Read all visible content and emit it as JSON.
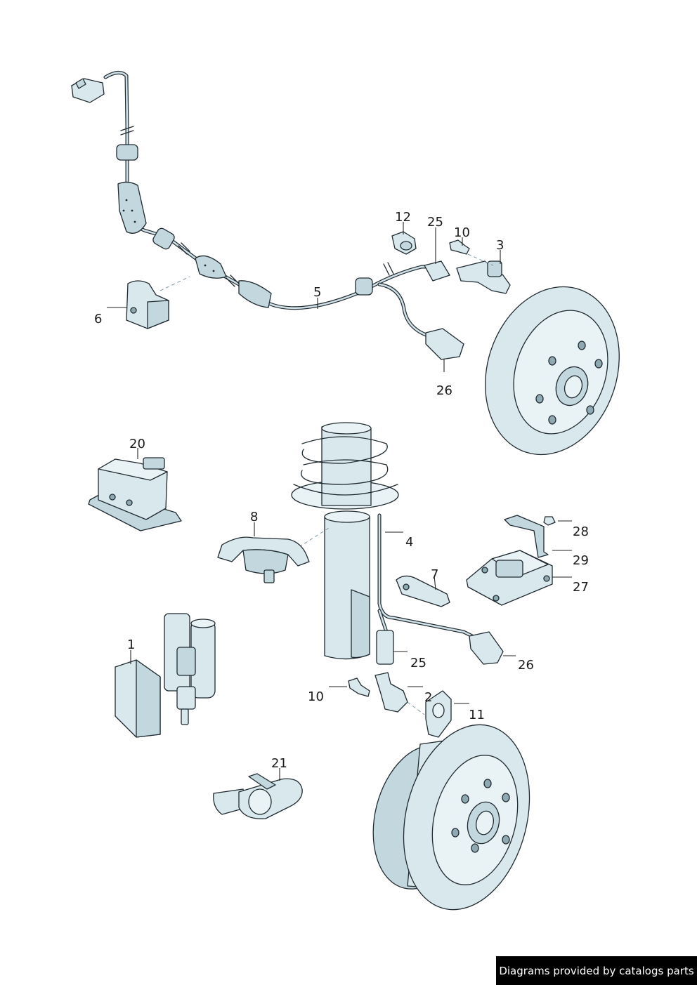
{
  "callouts": {
    "c1": "1",
    "c2": "2",
    "c3": "3",
    "c4": "4",
    "c5": "5",
    "c6": "6",
    "c7": "7",
    "c8": "8",
    "c10a": "10",
    "c10b": "10",
    "c11": "11",
    "c12": "12",
    "c20": "20",
    "c21": "21",
    "c25a": "25",
    "c25b": "25",
    "c26a": "26",
    "c26b": "26",
    "c27": "27",
    "c28": "28",
    "c29": "29"
  },
  "credit": "Diagrams provided by catalogs parts"
}
